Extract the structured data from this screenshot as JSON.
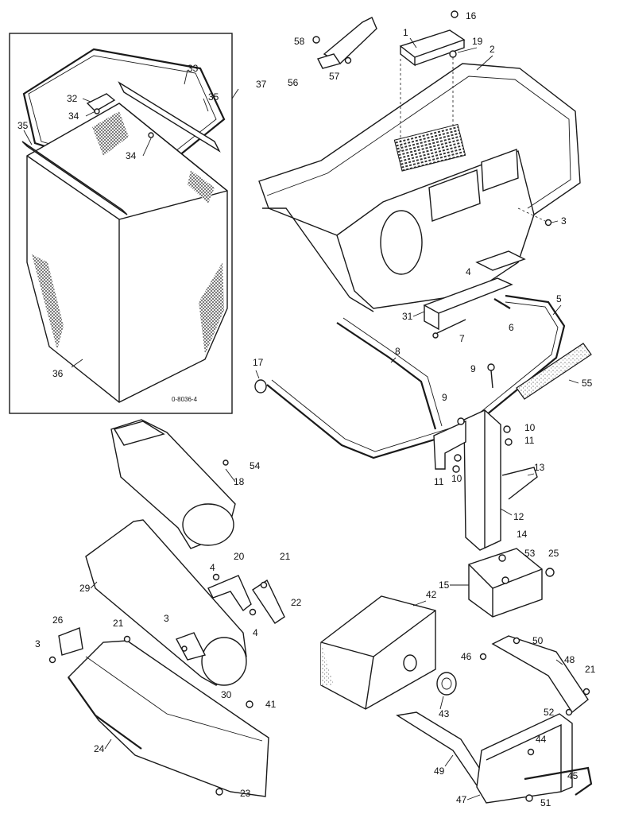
{
  "diagram": {
    "drawing_number": "0-8036-4",
    "callouts": [
      "1",
      "2",
      "3",
      "4",
      "5",
      "6",
      "7",
      "8",
      "9",
      "10",
      "11",
      "12",
      "13",
      "14",
      "15",
      "16",
      "17",
      "18",
      "19",
      "20",
      "21",
      "22",
      "23",
      "24",
      "25",
      "26",
      "29",
      "30",
      "31",
      "32",
      "33",
      "34",
      "35",
      "36",
      "37",
      "41",
      "42",
      "43",
      "44",
      "45",
      "46",
      "47",
      "48",
      "49",
      "50",
      "51",
      "52",
      "53",
      "54",
      "55",
      "56",
      "57",
      "58"
    ],
    "colors": {
      "line": "#1a1a1a",
      "background": "#ffffff"
    }
  }
}
